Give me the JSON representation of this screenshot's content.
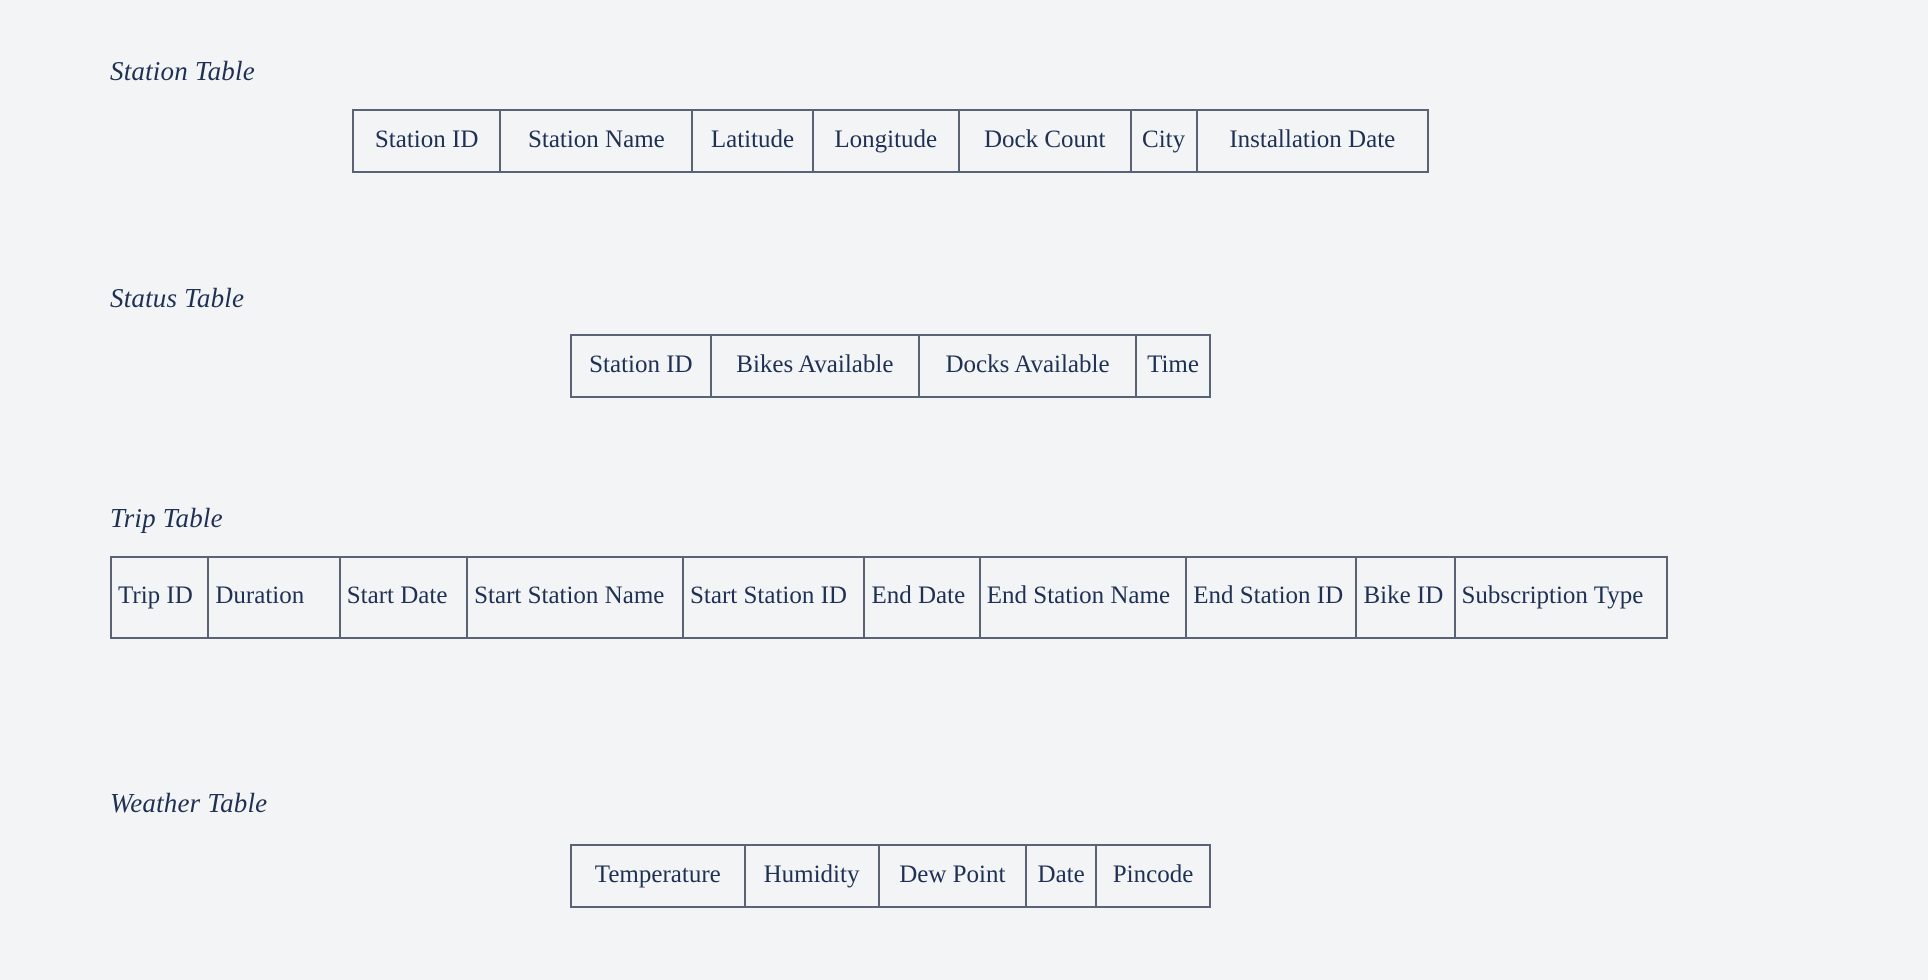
{
  "theme": {
    "background": "#f2f4f6",
    "text_color": "#1f3053",
    "border_color": "#5a6276"
  },
  "sections": [
    {
      "id": "station",
      "title": "Station Table",
      "columns": [
        "Station ID",
        "Station Name",
        "Latitude",
        "Longitude",
        "Dock Count",
        "City",
        "Installation Date"
      ]
    },
    {
      "id": "status",
      "title": "Status Table",
      "columns": [
        "Station ID",
        "Bikes Available",
        "Docks Available",
        "Time"
      ]
    },
    {
      "id": "trip",
      "title": "Trip Table",
      "columns": [
        "Trip ID",
        "Duration",
        "Start Date",
        "Start Station Name",
        "Start Station ID",
        "End Date",
        "End Station Name",
        "End Station ID",
        "Bike ID",
        "Subscription Type"
      ]
    },
    {
      "id": "weather",
      "title": "Weather Table",
      "columns": [
        "Temperature",
        "Humidity",
        "Dew Point",
        "Date",
        "Pincode"
      ]
    }
  ]
}
